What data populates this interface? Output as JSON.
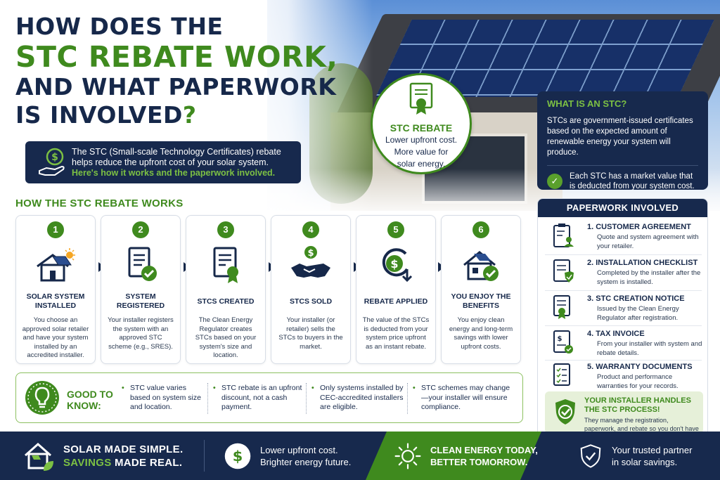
{
  "title": {
    "line1": "HOW DOES THE",
    "line2": "STC REBATE WORK,",
    "line3": "AND WHAT PAPERWORK",
    "line4": "IS INVOLVED",
    "question_mark": "?"
  },
  "intro": {
    "text": "The STC (Small-scale Technology Certificates) rebate helps reduce the upfront cost of your solar system.",
    "highlight": "Here's how it works and the paperwork involved."
  },
  "badge": {
    "title": "STC REBATE",
    "line1": "Lower upfront cost.",
    "line2": "More value for",
    "line3": "solar energy."
  },
  "what_is": {
    "heading": "WHAT IS AN STC?",
    "text": "STCs are government-issued certificates based on the expected amount of renewable energy your system will produce.",
    "note": "Each STC has a market value that is deducted from your system cost."
  },
  "works": {
    "heading": "HOW THE STC REBATE WORKS",
    "steps": [
      {
        "num": "1",
        "title": "SOLAR SYSTEM INSTALLED",
        "desc": "You choose an approved solar retailer and have your system installed by an accredited installer.",
        "icon": "house-solar-icon"
      },
      {
        "num": "2",
        "title": "SYSTEM REGISTERED",
        "desc": "Your installer registers the system with an approved STC scheme (e.g., SRES).",
        "icon": "document-check-icon"
      },
      {
        "num": "3",
        "title": "STCS CREATED",
        "desc": "The Clean Energy Regulator creates STCs based on your system's size and location.",
        "icon": "certificate-icon"
      },
      {
        "num": "4",
        "title": "STCS SOLD",
        "desc": "Your installer (or retailer) sells the STCs to buyers in the market.",
        "icon": "handshake-dollar-icon"
      },
      {
        "num": "5",
        "title": "REBATE APPLIED",
        "desc": "The value of the STCs is deducted from your system price upfront as an instant rebate.",
        "icon": "dollar-arrow-icon"
      },
      {
        "num": "6",
        "title": "YOU ENJOY THE BENEFITS",
        "desc": "You enjoy clean energy and long-term savings with lower upfront costs.",
        "icon": "house-check-icon"
      }
    ]
  },
  "paperwork": {
    "heading": "PAPERWORK INVOLVED",
    "items": [
      {
        "title": "1.  CUSTOMER AGREEMENT",
        "desc": "Quote and system agreement with your retailer.",
        "icon": "clipboard-user-icon"
      },
      {
        "title": "2.  INSTALLATION CHECKLIST",
        "desc": "Completed by the installer after the system is installed.",
        "icon": "checklist-shield-icon"
      },
      {
        "title": "3.  STC CREATION NOTICE",
        "desc": "Issued by the Clean Energy Regulator after registration.",
        "icon": "certificate-notice-icon"
      },
      {
        "title": "4.  TAX INVOICE",
        "desc": "From your installer with system and rebate details.",
        "icon": "invoice-dollar-icon"
      },
      {
        "title": "5.  WARRANTY DOCUMENTS",
        "desc": "Product and performance warranties for your records.",
        "icon": "warranty-doc-icon"
      }
    ],
    "installer": {
      "title": "YOUR INSTALLER HANDLES THE STC PROCESS!",
      "desc": "They manage the registration, paperwork, and rebate so you don't have to."
    }
  },
  "good_to_know": {
    "heading": "GOOD TO KNOW:",
    "points": [
      "STC value varies based on system size and location.",
      "STC rebate is an upfront discount, not a cash payment.",
      "Only systems installed by CEC-accredited installers are eligible.",
      "STC schemes may change —your installer will ensure compliance."
    ]
  },
  "footer": {
    "slogan1": "SOLAR MADE SIMPLE.",
    "slogan2a": "SAVINGS",
    "slogan2b": " MADE REAL.",
    "cost1": "Lower upfront cost.",
    "cost2": "Brighter energy future.",
    "clean1": "CLEAN ENERGY TODAY,",
    "clean2": "BETTER TOMORROW.",
    "partner1": "Your trusted partner",
    "partner2": "in solar savings."
  },
  "colors": {
    "navy": "#17294d",
    "green": "#3f8a1e",
    "light_green": "#7cc043"
  }
}
